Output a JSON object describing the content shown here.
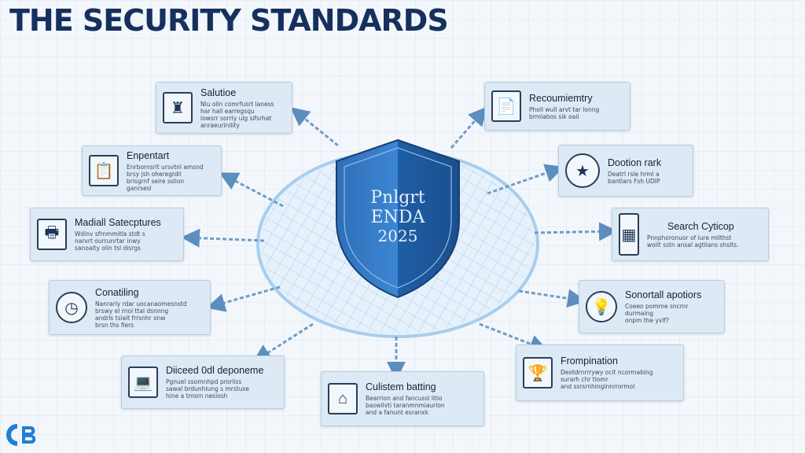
{
  "title": "THE SECURITY STANDARDS",
  "shield": {
    "line1": "Pnlgrt",
    "line2": "ENDA",
    "line3": "2025"
  },
  "cards": [
    {
      "id": "salutioe",
      "title": "Salutioe",
      "desc": "Nlu olin comrfusrt laness\nhar hall earregsqu\nlowsrr sorrly ulg sifsrhat\nanraeurinility",
      "icon": "podium-icon"
    },
    {
      "id": "enpentart",
      "title": "Enpentart",
      "desc": "Enrbornsrit ursvtnl amsnd\nbrsy jsh oheregrdil\nbrisgrnf seire sslion\nganrsesl",
      "icon": "clipboard-icon"
    },
    {
      "id": "madiall",
      "title": "Madiall Satecptures",
      "desc": "Wdinv sfrnmmitla stdt s\nnarvrt ourrunrtar inwy\nsanoaity olin tsl disrgs",
      "icon": "monitor-icon"
    },
    {
      "id": "conatiling",
      "title": "Conatiling",
      "desc": "Nanrarly rdar uocanaomesnstd\nbrswy el rnoi ttal dsnnng\nandrls tsiait frrsnhr onw\nbrsn ths fiers",
      "icon": "clock-icon"
    },
    {
      "id": "diiceed",
      "title": "Diiceed 0dl deponeme",
      "desc": "Pgnuel ssomnhpd prorliss\nsawal brdunhlung s mrstuse\nhine a tmsrn nesiosh",
      "icon": "laptop-icon"
    },
    {
      "id": "culistem",
      "title": "Culistem batting",
      "desc": "Bearrion and fancussl litio\nbaswilvti taranmnmiaurlon\nand a fanunt esranxk",
      "icon": "house-icon"
    },
    {
      "id": "recoumiemtry",
      "title": "Recoumiemtry",
      "desc": "Pholl wull arvt tar lonng\nbrmlabos sik oail",
      "icon": "document-icon"
    },
    {
      "id": "dootion",
      "title": "Dootion rark",
      "desc": "Deatrl rsle hrml a\nbantlars Fsh UDIP",
      "icon": "star-badge-icon"
    },
    {
      "id": "search",
      "title": "Search Cyticop",
      "desc": "Pnnphoronuor of iure milthst\nwoilt sstn ansal agtlians shslts.",
      "icon": "server-rack-icon"
    },
    {
      "id": "sonortall",
      "title": "Sonortall apotiors",
      "desc": "Coeeo pomme sncrnr durmaing\nonpm the yvlf?",
      "icon": "lightbulb-icon"
    },
    {
      "id": "frompination",
      "title": "Frompination",
      "desc": "Deotdrnrrrywy ocit ncormabing\nsurarh chr tlomr\nand ssrsrnhinginnrrormol",
      "icon": "trophy-icon"
    }
  ]
}
